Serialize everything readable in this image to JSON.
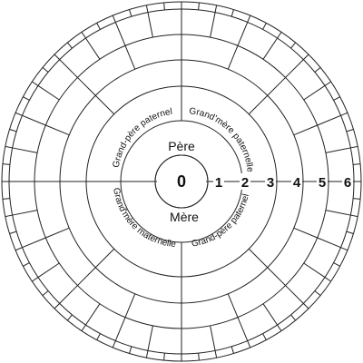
{
  "chart": {
    "generations": [
      "0",
      "1",
      "2",
      "3",
      "4",
      "5",
      "6"
    ],
    "parents": {
      "father": "Père",
      "mother": "Mère"
    },
    "grandparents": {
      "paternal_grandfather_top": "Grand-père paternel",
      "paternal_grandmother": "Grand'mère paternelle",
      "maternal_grandmother": "Grand'mère maternelle",
      "paternal_grandfather_bottom": "Grand-père paternel"
    }
  }
}
